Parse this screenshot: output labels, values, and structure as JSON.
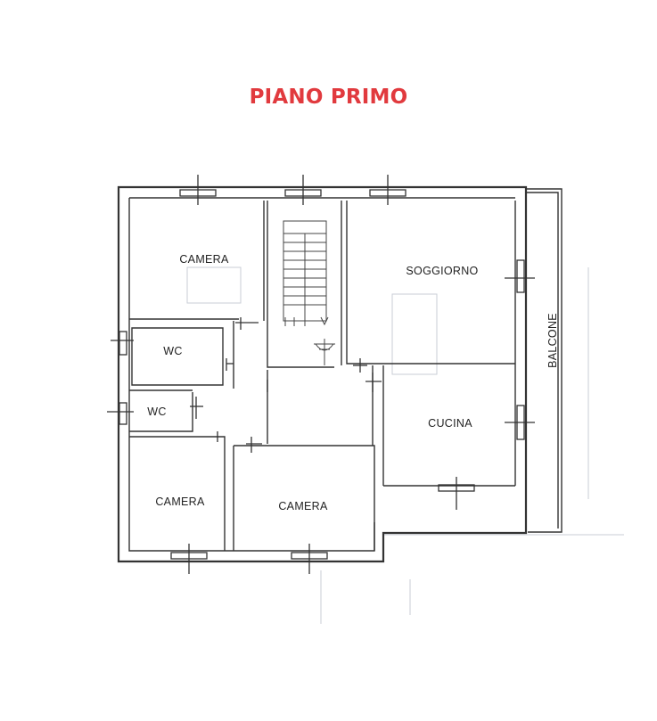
{
  "title": "PIANO PRIMO",
  "colors": {
    "title": "#e13a3e",
    "walls": "#333333"
  },
  "rooms": {
    "camera_nw": "CAMERA",
    "soggiorno": "SOGGIORNO",
    "wc_upper": "WC",
    "wc_lower": "WC",
    "cucina": "CUCINA",
    "camera_sw": "CAMERA",
    "camera_s": "CAMERA",
    "balcone": "BALCONE"
  }
}
